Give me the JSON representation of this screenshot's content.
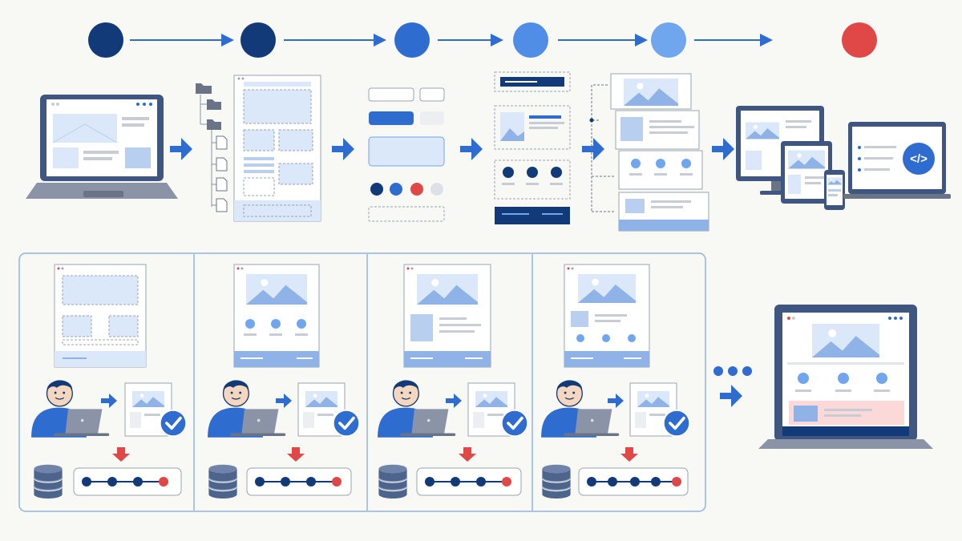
{
  "colors": {
    "background": "#f8f8f4",
    "navy": "#133a78",
    "blue": "#2f6cd0",
    "mid_blue": "#4f8de6",
    "light_blue": "#6fa6ee",
    "pale_blue": "#dbe8fa",
    "red": "#e04848",
    "gray": "#c8ccd4",
    "panel_border": "#8fb3e6"
  },
  "process_steps": [
    {
      "id": "step-1",
      "icon": "laptop-wireframe-icon",
      "color": "#133a78"
    },
    {
      "id": "step-2",
      "icon": "sitemap-wireframe-icon",
      "color": "#133a78"
    },
    {
      "id": "step-3",
      "icon": "ui-components-icon",
      "color": "#2f6cd0"
    },
    {
      "id": "step-4",
      "icon": "page-sections-icon",
      "color": "#4f8de6"
    },
    {
      "id": "step-5",
      "icon": "linked-pages-icon",
      "color": "#6fa6ee"
    },
    {
      "id": "step-6",
      "icon": "responsive-devices-icon",
      "color": "#e04848"
    }
  ],
  "iterations": [
    {
      "id": "iteration-1",
      "mockup": "wireframe",
      "progress_nodes": 4,
      "done": 3
    },
    {
      "id": "iteration-2",
      "mockup": "hero-with-features",
      "progress_nodes": 4,
      "done": 3
    },
    {
      "id": "iteration-3",
      "mockup": "hero-with-content",
      "progress_nodes": 4,
      "done": 3
    },
    {
      "id": "iteration-4",
      "mockup": "full-page",
      "progress_nodes": 5,
      "done": 4
    }
  ],
  "icons": {
    "code": "</>",
    "ellipsis": "continuation-dots-icon",
    "final": "final-website-laptop-icon",
    "developer": "developer-at-laptop-icon",
    "database": "database-icon",
    "check": "check-badge-icon"
  }
}
